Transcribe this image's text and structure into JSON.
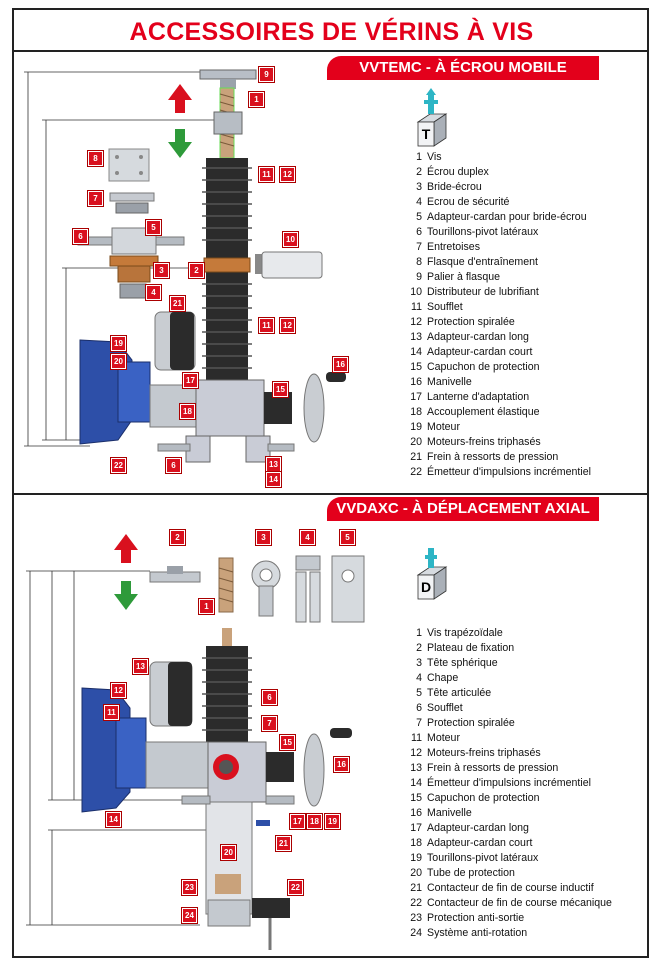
{
  "title": "ACCESSOIRES DE VÉRINS À VIS",
  "section1": {
    "banner": "VVTEMC - À ÉCROU MOBILE",
    "cube_letter": "T",
    "legend": [
      {
        "n": "1",
        "t": "Vis"
      },
      {
        "n": "2",
        "t": "Écrou duplex"
      },
      {
        "n": "3",
        "t": "Bride-écrou"
      },
      {
        "n": "4",
        "t": "Ecrou de sécurité"
      },
      {
        "n": "5",
        "t": "Adapteur-cardan pour bride-écrou"
      },
      {
        "n": "6",
        "t": "Tourillons-pivot latéraux"
      },
      {
        "n": "7",
        "t": "Entretoises"
      },
      {
        "n": "8",
        "t": "Flasque d'entraînement"
      },
      {
        "n": "9",
        "t": "Palier à flasque"
      },
      {
        "n": "10",
        "t": "Distributeur de lubrifiant"
      },
      {
        "n": "11",
        "t": "Soufflet"
      },
      {
        "n": "12",
        "t": "Protection spiralée"
      },
      {
        "n": "13",
        "t": "Adapteur-cardan long"
      },
      {
        "n": "14",
        "t": "Adapteur-cardan court"
      },
      {
        "n": "15",
        "t": "Capuchon de protection"
      },
      {
        "n": "16",
        "t": "Manivelle"
      },
      {
        "n": "17",
        "t": "Lanterne d'adaptation"
      },
      {
        "n": "18",
        "t": "Accouplement élastique"
      },
      {
        "n": "19",
        "t": "Moteur"
      },
      {
        "n": "20",
        "t": "Moteurs-freins triphasés"
      },
      {
        "n": "21",
        "t": "Frein à ressorts de pression"
      },
      {
        "n": "22",
        "t": "Émetteur d'impulsions incrémentiel"
      }
    ],
    "badges": [
      "9",
      "1",
      "8",
      "7",
      "6",
      "5",
      "3",
      "2",
      "4",
      "21",
      "11",
      "12",
      "10",
      "11",
      "12",
      "19",
      "20",
      "17",
      "18",
      "15",
      "16",
      "22",
      "6",
      "13",
      "14"
    ]
  },
  "section2": {
    "banner": "VVDAXC - À DÉPLACEMENT AXIAL",
    "cube_letter": "D",
    "legend": [
      {
        "n": "1",
        "t": "Vis trapézoïdale"
      },
      {
        "n": "2",
        "t": "Plateau de fixation"
      },
      {
        "n": "3",
        "t": "Tête sphérique"
      },
      {
        "n": "4",
        "t": "Chape"
      },
      {
        "n": "5",
        "t": "Tête articulée"
      },
      {
        "n": "6",
        "t": "Soufflet"
      },
      {
        "n": "7",
        "t": "Protection spiralée"
      },
      {
        "n": "11",
        "t": "Moteur"
      },
      {
        "n": "12",
        "t": "Moteurs-freins triphasés"
      },
      {
        "n": "13",
        "t": "Frein à ressorts de pression"
      },
      {
        "n": "14",
        "t": "Émetteur d'impulsions incrémentiel"
      },
      {
        "n": "15",
        "t": "Capuchon de protection"
      },
      {
        "n": "16",
        "t": "Manivelle"
      },
      {
        "n": "17",
        "t": "Adapteur-cardan long"
      },
      {
        "n": "18",
        "t": "Adapteur-cardan court"
      },
      {
        "n": "19",
        "t": "Tourillons-pivot latéraux"
      },
      {
        "n": "20",
        "t": "Tube de protection"
      },
      {
        "n": "21",
        "t": "Contacteur de fin de course inductif"
      },
      {
        "n": "22",
        "t": "Contacteur de fin de course mécanique"
      },
      {
        "n": "23",
        "t": "Protection anti-sortie"
      },
      {
        "n": "24",
        "t": "Système anti-rotation"
      }
    ],
    "badges": [
      "2",
      "3",
      "4",
      "5",
      "1",
      "13",
      "12",
      "11",
      "6",
      "7",
      "15",
      "16",
      "14",
      "20",
      "17",
      "18",
      "19",
      "21",
      "23",
      "22",
      "24"
    ]
  },
  "colors": {
    "accent": "#e3001b",
    "motor_blue": "#2d4fa8",
    "arrow_green": "#2e9a3a"
  }
}
